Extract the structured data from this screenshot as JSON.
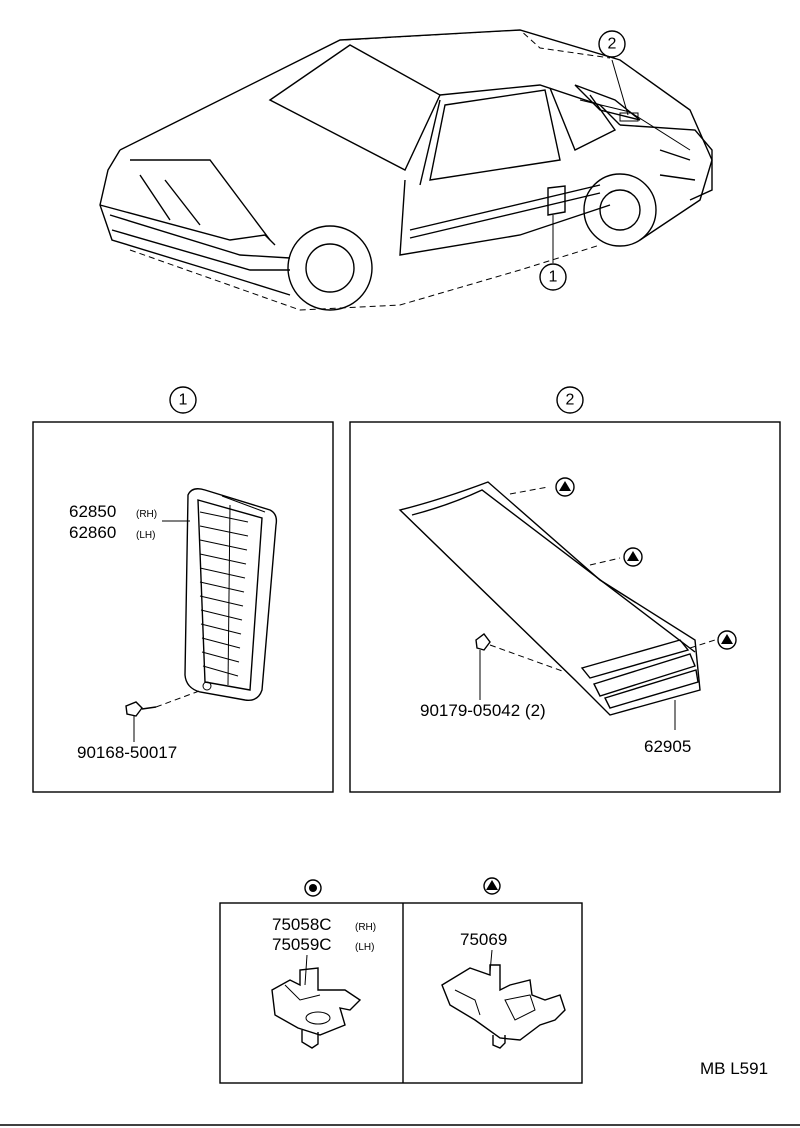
{
  "callouts": {
    "one": "1",
    "two": "2"
  },
  "panel1": {
    "part_rh": "62850",
    "part_rh_suffix": "(RH)",
    "part_lh": "62860",
    "part_lh_suffix": "(LH)",
    "screw": "90168-50017"
  },
  "panel2": {
    "clip": "90179-05042 (2)",
    "panel": "62905"
  },
  "legend": {
    "circle_rh": "75058C",
    "circle_rh_suffix": "(RH)",
    "circle_lh": "75059C",
    "circle_lh_suffix": "(LH)",
    "triangle": "75069"
  },
  "footer": {
    "code": "MB L591"
  },
  "icons": [
    "circle-dot-icon",
    "triangle-icon"
  ]
}
